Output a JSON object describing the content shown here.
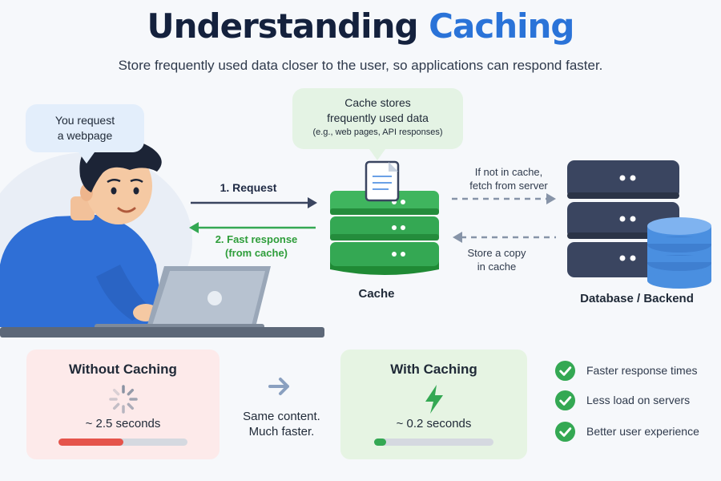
{
  "header": {
    "title_main": "Understanding ",
    "title_accent": "Caching",
    "subtitle": "Store frequently used data closer to the user, so applications can respond faster."
  },
  "user_bubble": {
    "line1": "You request",
    "line2": "a webpage"
  },
  "cache_bubble": {
    "line1": "Cache stores",
    "line2": "frequently used data",
    "line3": "(e.g., web pages, API responses)"
  },
  "flow": {
    "request": "1. Request",
    "fast_response_line1": "2. Fast response",
    "fast_response_line2": "(from cache)",
    "not_in_cache_line1": "If not in cache,",
    "not_in_cache_line2": "fetch from server",
    "store_copy_line1": "Store a copy",
    "store_copy_line2": "in cache"
  },
  "nodes": {
    "cache": "Cache",
    "database": "Database / Backend"
  },
  "comparison": {
    "without": {
      "title": "Without Caching",
      "time": "~ 2.5 seconds",
      "progress": 0.5
    },
    "with": {
      "title": "With Caching",
      "time": "~ 0.2 seconds",
      "progress": 0.1
    },
    "middle_line1": "Same content.",
    "middle_line2": "Much faster."
  },
  "benefits": [
    {
      "label": "Faster response times"
    },
    {
      "label": "Less load on servers"
    },
    {
      "label": "Better user experience"
    }
  ],
  "colors": {
    "title": "#14213d",
    "accent": "#2a73d8",
    "green": "#34a853",
    "red": "#e5544b",
    "server_dark": "#3a4560",
    "db_blue": "#4a8fe0"
  }
}
